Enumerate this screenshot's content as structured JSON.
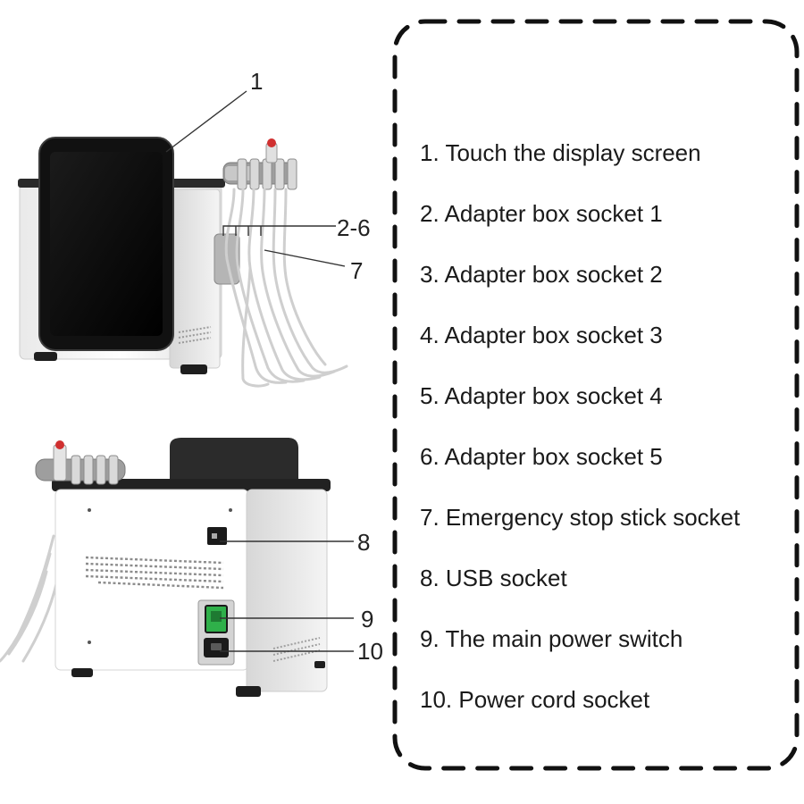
{
  "callouts": {
    "c1": "1",
    "c2_6": "2-6",
    "c7": "7",
    "c8": "8",
    "c9": "9",
    "c10": "10"
  },
  "legend": {
    "items": [
      "1. Touch the display screen",
      "2. Adapter box socket 1",
      "3. Adapter box socket 2",
      "4. Adapter box socket 3",
      "5. Adapter box socket 4",
      "6. Adapter box socket 5",
      "7. Emergency stop stick socket",
      "8. USB socket",
      "9. The main power switch",
      "10. Power cord socket"
    ]
  },
  "colors": {
    "machine_body": "#ffffff",
    "machine_top": "#222222",
    "screen": "#0a0a0a",
    "switch": "#2fb04a",
    "stop_button": "#d03030"
  }
}
